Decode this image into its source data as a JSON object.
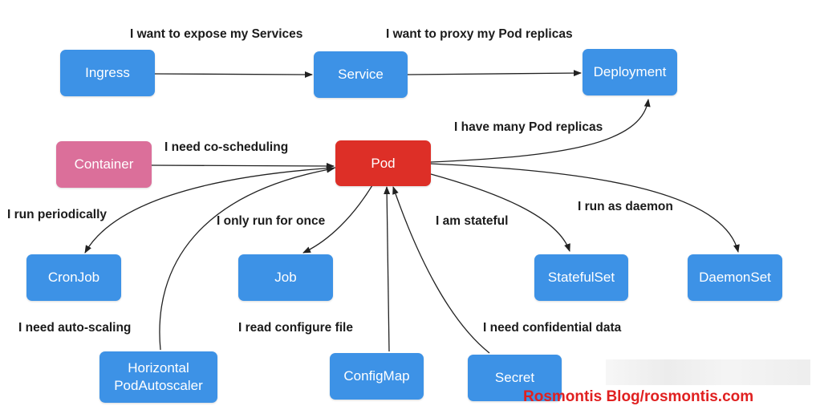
{
  "nodes": {
    "ingress": "Ingress",
    "service": "Service",
    "deployment": "Deployment",
    "container": "Container",
    "pod": "Pod",
    "cronjob": "CronJob",
    "job": "Job",
    "statefulset": "StatefulSet",
    "daemonset": "DaemonSet",
    "hpa": [
      "Horizontal",
      "PodAutoscaler"
    ],
    "configmap": "ConfigMap",
    "secret": "Secret"
  },
  "edges": {
    "expose_services": "I want to expose my Services",
    "proxy_replicas": "I want to proxy my Pod replicas",
    "many_replicas": "I have many Pod replicas",
    "co_scheduling": "I need co-scheduling",
    "run_periodically": "I run periodically",
    "run_once": "I only run for once",
    "stateful": "I am stateful",
    "daemon": "I run as daemon",
    "auto_scaling": "I need auto-scaling",
    "configure_file": "I read configure file",
    "confidential": "I need confidential data"
  },
  "watermark": "Rosmontis  Blog/rosmontis.com",
  "colors": {
    "node_blue": "#3d92e6",
    "container_pink": "#db6f9a",
    "pod_red": "#dd2f27",
    "edge": "#222222",
    "watermark_red": "#e02020"
  }
}
